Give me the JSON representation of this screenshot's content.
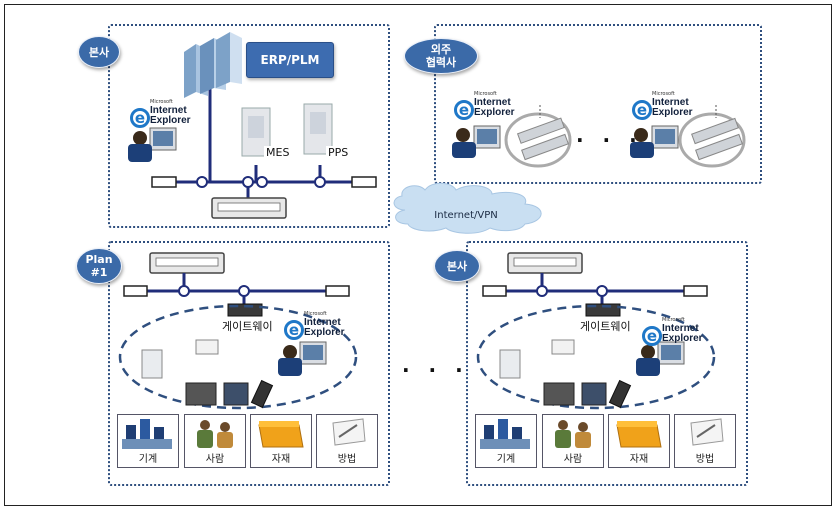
{
  "hq": {
    "badge": "본사",
    "erp": "ERP/PLM",
    "mes": "MES",
    "pps": "PPS",
    "ie_top": "Internet",
    "ie_bottom": "Explorer",
    "ie_micro": "Microsoft"
  },
  "partner": {
    "badge_line1": "외주",
    "badge_line2": "협력사",
    "ellipsis": "· · ·"
  },
  "cloud": {
    "label": "Internet/VPN"
  },
  "plant1": {
    "badge_line1": "Plan",
    "badge_line2": "#1",
    "gateway": "게이트웨이",
    "panels": [
      "기계",
      "사람",
      "자재",
      "방법"
    ]
  },
  "plant2": {
    "badge": "본사",
    "gateway": "게이트웨이",
    "panels": [
      "기계",
      "사람",
      "자재",
      "방법"
    ]
  },
  "between": {
    "ellipsis": "· · ·"
  }
}
